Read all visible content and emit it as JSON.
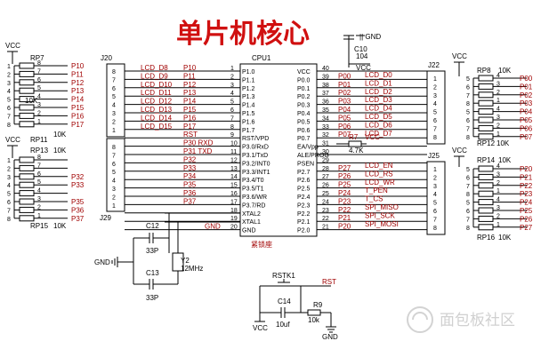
{
  "title": "单片机核心",
  "watermark": "面包板社区",
  "colors": {
    "title": "#d01010",
    "net": "#a00000",
    "wire": "#000000"
  },
  "vcc": "VCC",
  "gnd": "GND",
  "cpu": {
    "ref": "CPU1",
    "footer": "紧锁座",
    "left_pins": [
      {
        "num": "1",
        "name": "P1.0",
        "net": "P10"
      },
      {
        "num": "2",
        "name": "P1.1",
        "net": "P11"
      },
      {
        "num": "3",
        "name": "P1.2",
        "net": "P12"
      },
      {
        "num": "4",
        "name": "P1.3",
        "net": "P13"
      },
      {
        "num": "5",
        "name": "P1.4",
        "net": "P14"
      },
      {
        "num": "6",
        "name": "P1.5",
        "net": "P15"
      },
      {
        "num": "7",
        "name": "P1.6",
        "net": "P16"
      },
      {
        "num": "8",
        "name": "P1.7",
        "net": "P17"
      },
      {
        "num": "9",
        "name": "RST/VPD",
        "net": "RST"
      },
      {
        "num": "10",
        "name": "P3.0/RxD",
        "net": "P30 RXD"
      },
      {
        "num": "11",
        "name": "P3.1/TxD",
        "net": "P31 TXD"
      },
      {
        "num": "12",
        "name": "P3.2/INT0",
        "net": "P32"
      },
      {
        "num": "13",
        "name": "P3.3/INT1",
        "net": "P33"
      },
      {
        "num": "14",
        "name": "P3.4/T0",
        "net": "P34"
      },
      {
        "num": "15",
        "name": "P3.5/T1",
        "net": "P35"
      },
      {
        "num": "16",
        "name": "P3.6/WR",
        "net": "P36"
      },
      {
        "num": "17",
        "name": "P3.7/RD",
        "net": "P37"
      },
      {
        "num": "18",
        "name": "XTAL2",
        "net": ""
      },
      {
        "num": "19",
        "name": "XTAL1",
        "net": ""
      },
      {
        "num": "20",
        "name": "GND",
        "net": "GND"
      }
    ],
    "right_pins": [
      {
        "num": "40",
        "name": "VCC",
        "net": "VCC"
      },
      {
        "num": "39",
        "name": "P0.0",
        "net": "P00"
      },
      {
        "num": "38",
        "name": "P0.1",
        "net": "P01"
      },
      {
        "num": "37",
        "name": "P0.2",
        "net": "P02"
      },
      {
        "num": "36",
        "name": "P0.3",
        "net": "P03"
      },
      {
        "num": "35",
        "name": "P0.4",
        "net": "P04"
      },
      {
        "num": "34",
        "name": "P0.5",
        "net": "P05"
      },
      {
        "num": "33",
        "name": "P0.6",
        "net": "P06"
      },
      {
        "num": "32",
        "name": "P0.7",
        "net": "P07"
      },
      {
        "num": "31",
        "name": "EA/Vpp",
        "net": ""
      },
      {
        "num": "30",
        "name": "ALE/PROG",
        "net": ""
      },
      {
        "num": "29",
        "name": "PSEN",
        "net": ""
      },
      {
        "num": "28",
        "name": "P2.7",
        "net": "P27"
      },
      {
        "num": "27",
        "name": "P2.6",
        "net": "P26"
      },
      {
        "num": "26",
        "name": "P2.5",
        "net": "P25"
      },
      {
        "num": "25",
        "name": "P2.4",
        "net": "P24"
      },
      {
        "num": "24",
        "name": "P2.3",
        "net": "P23"
      },
      {
        "num": "23",
        "name": "P2.2",
        "net": "P22"
      },
      {
        "num": "22",
        "name": "P2.1",
        "net": "P21"
      },
      {
        "num": "21",
        "name": "P2.0",
        "net": "P20"
      }
    ]
  },
  "j20": {
    "ref": "J20",
    "pins": [
      "8",
      "7",
      "6",
      "5",
      "4",
      "3",
      "2",
      "1"
    ],
    "nets": [
      "LCD_D8",
      "LCD_D9",
      "LCD_D10",
      "LCD_D11",
      "LCD_D12",
      "LCD_D13",
      "LCD_D14",
      "LCD_D15"
    ]
  },
  "j29": {
    "ref": "J29",
    "pins": [
      "8",
      "7",
      "6",
      "5",
      "4",
      "3",
      "2",
      "1"
    ]
  },
  "j22": {
    "ref": "J22",
    "pins": [
      "1",
      "2",
      "3",
      "4",
      "5",
      "6",
      "7",
      "8"
    ],
    "nets": [
      "LCD_D0",
      "LCD_D1",
      "LCD_D2",
      "LCD_D3",
      "LCD_D4",
      "LCD_D5",
      "LCD_D6",
      "LCD_D7"
    ]
  },
  "j25": {
    "ref": "J25",
    "pins": [
      "1",
      "2",
      "3",
      "4",
      "5",
      "6",
      "7",
      "8"
    ],
    "nets": [
      "LCD_EN",
      "LCD_RS",
      "LCD_WR",
      "T_PEN",
      "T_CS",
      "SPI_MISO",
      "SPI_SCK",
      "SPI_MOSI"
    ]
  },
  "rp7": {
    "ref": "RP7",
    "label": "10K",
    "pin_left": [
      "1",
      "2",
      "3",
      "4",
      "5",
      "6",
      "7",
      "8"
    ],
    "pin_right": [
      "8",
      "7",
      "6",
      "5",
      "4",
      "3",
      "2",
      "1"
    ],
    "nets": [
      "P10",
      "P11",
      "P12",
      "P13",
      "P14",
      "P15",
      "P16",
      "P17"
    ]
  },
  "rp11": {
    "ref": "RP11",
    "value": "10K"
  },
  "rp13": {
    "ref": "RP13",
    "value": "10K",
    "pin_left": [
      "1",
      "2",
      "3",
      "4",
      "5",
      "6",
      "7",
      "8"
    ],
    "pin_right": [
      "8",
      "7",
      "6",
      "5",
      "4",
      "3",
      "2",
      "1"
    ],
    "nets": [
      "",
      "",
      "P32",
      "P33",
      "",
      "P35",
      "P36",
      "P37"
    ]
  },
  "rp15": {
    "ref": "RP15",
    "value": "10K"
  },
  "rp8": {
    "ref": "RP8",
    "value": "10K",
    "pin_left": [
      "5",
      "6",
      "7",
      "8",
      "5",
      "6",
      "7",
      "8"
    ],
    "pin_right": [
      "4",
      "3",
      "2",
      "1",
      "4",
      "3",
      "2",
      "1"
    ],
    "nets": [
      "P00",
      "P01",
      "P02",
      "P03",
      "P04",
      "P05",
      "P06",
      "P07"
    ]
  },
  "rp12": {
    "ref": "RP12",
    "value": "10K"
  },
  "rp14": {
    "ref": "RP14",
    "value": "10K",
    "pin_left": [
      "5",
      "6",
      "7",
      "8",
      "5",
      "6",
      "7",
      "8"
    ],
    "pin_right": [
      "4",
      "3",
      "2",
      "1",
      "4",
      "3",
      "2",
      "1"
    ],
    "nets": [
      "P20",
      "P21",
      "P22",
      "P23",
      "P24",
      "P25",
      "P26",
      "P27"
    ]
  },
  "rp16": {
    "ref": "RP16",
    "value": "10K"
  },
  "r7": {
    "ref": "R7",
    "value": "4.7K"
  },
  "r9": {
    "ref": "R9",
    "value": "10k"
  },
  "c10": {
    "ref": "C10",
    "value": "104"
  },
  "c12": {
    "ref": "C12",
    "value": "33P"
  },
  "c13": {
    "ref": "C13",
    "value": "33P"
  },
  "c14": {
    "ref": "C14",
    "value": "10uf"
  },
  "y2": {
    "ref": "Y2",
    "value": "12MHz"
  },
  "rstk1": {
    "ref": "RSTK1",
    "net": "RST"
  }
}
